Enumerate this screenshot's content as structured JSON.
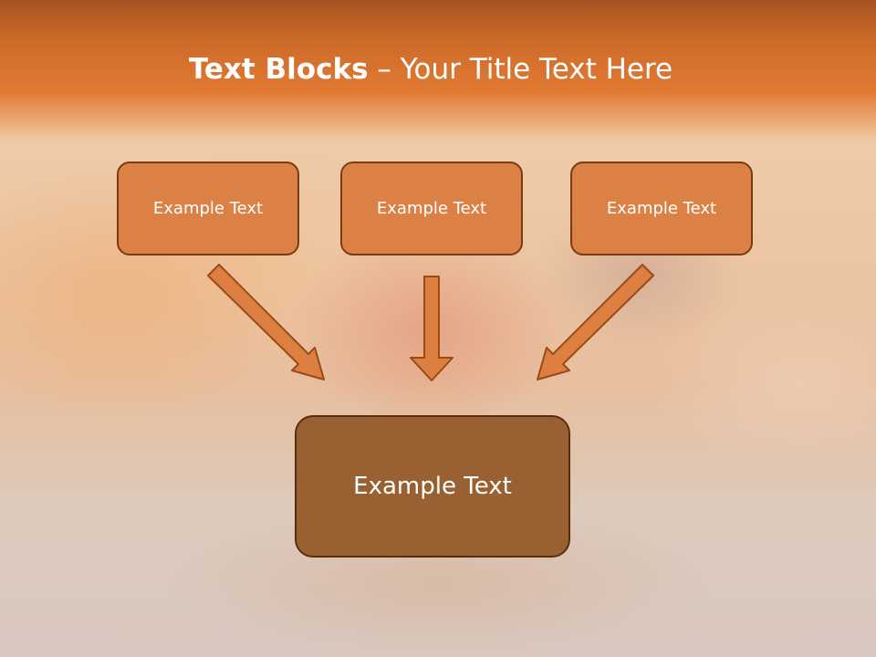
{
  "slide": {
    "title_bold": "Text Blocks",
    "title_rest": " – Your Title Text Here"
  },
  "blocks": [
    {
      "text": "Example Text"
    },
    {
      "text": "Example Text"
    },
    {
      "text": "Example Text"
    }
  ],
  "main_block": {
    "text": "Example Text"
  },
  "colors": {
    "header": "#e07a33",
    "block_fill": "#dc8146",
    "block_border": "#7b3a12",
    "main_fill": "#996131",
    "arrow_fill": "#dd7f41",
    "arrow_stroke": "#9a4a17"
  }
}
